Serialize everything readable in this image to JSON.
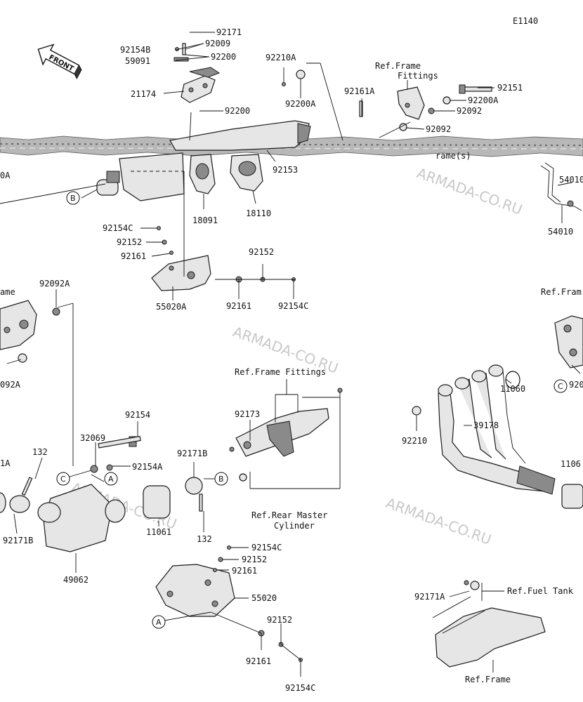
{
  "diagram_code": "E1140",
  "front_label": "FRONT",
  "watermark": "ARMADA-CO.RU",
  "callouts": {
    "a": "A",
    "b": "B",
    "c": "C"
  },
  "refs": {
    "frame_fittings_top": [
      "Ref.Frame",
      "Fittings"
    ],
    "frame_fittings_mid": "Ref.Frame Fittings",
    "rear_master_cylinder": [
      "Ref.Rear Master",
      "Cylinder"
    ],
    "fuel_tank": "Ref.Fuel Tank",
    "frame_bottom": "Ref.Frame",
    "frame_right_partial": "Ref.Fram",
    "frame_left_partial": "ame",
    "frame_top_partial": "rame(s)"
  },
  "parts": {
    "p92171_top": "92171",
    "p92154B": "92154B",
    "p92009": "92009",
    "p59091": "59091",
    "p92200_a": "92200",
    "p21174": "21174",
    "p92200_b": "92200",
    "p92210A": "92210A",
    "p92200A_mid": "92200A",
    "p92161A_top": "92161A",
    "p92151": "92151",
    "p92200A_right": "92200A",
    "p92092_a": "92092",
    "p92092_b": "92092",
    "p92153": "92153",
    "p18091": "18091",
    "p18110": "18110",
    "p54010_a": "54010",
    "p54010_b": "54010",
    "p0A_left": "0A",
    "p92154C_a": "92154C",
    "p92152_a": "92152",
    "p92161_a": "92161",
    "p92152_b": "92152",
    "p92161_b": "92161",
    "p92154C_b": "92154C",
    "p55020A": "55020A",
    "p92092A_top": "92092A",
    "p092A_left": "092A",
    "p92173": "92173",
    "p11060": "11060",
    "p39178": "39178",
    "p92210": "92210",
    "p1106_right": "1106",
    "p920_right": "920",
    "p92154": "92154",
    "p32069": "32069",
    "p92154A": "92154A",
    "p132_a": "132",
    "p1A_left": "1A",
    "p92171B_a": "92171B",
    "p92171B_b": "92171B",
    "p11061": "11061",
    "p132_b": "132",
    "p49062": "49062",
    "p92154C_c": "92154C",
    "p92152_c": "92152",
    "p92161_c": "92161",
    "p55020": "55020",
    "p92152_d": "92152",
    "p92161_d": "92161",
    "p92154C_d": "92154C",
    "p92171A": "92171A"
  }
}
